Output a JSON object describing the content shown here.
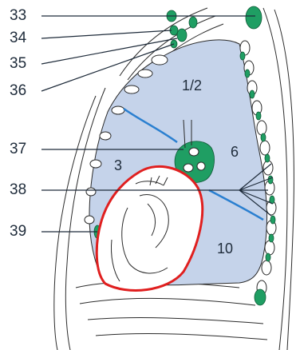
{
  "diagram": {
    "callouts": [
      {
        "id": "33",
        "label": "33"
      },
      {
        "id": "34",
        "label": "34"
      },
      {
        "id": "35",
        "label": "35"
      },
      {
        "id": "36",
        "label": "36"
      },
      {
        "id": "37",
        "label": "37"
      },
      {
        "id": "38",
        "label": "38"
      },
      {
        "id": "39",
        "label": "39"
      }
    ],
    "regions": [
      {
        "id": "r12",
        "label": "1/2"
      },
      {
        "id": "r3",
        "label": "3"
      },
      {
        "id": "r6",
        "label": "6"
      },
      {
        "id": "r10",
        "label": "10"
      }
    ],
    "colors": {
      "lung_fill": "#c5d3ea",
      "lymph_node": "#1f9e63",
      "fissure": "#2a7fd0",
      "heart_outline": "#e01f1f",
      "line": "#2b2b2b"
    }
  }
}
